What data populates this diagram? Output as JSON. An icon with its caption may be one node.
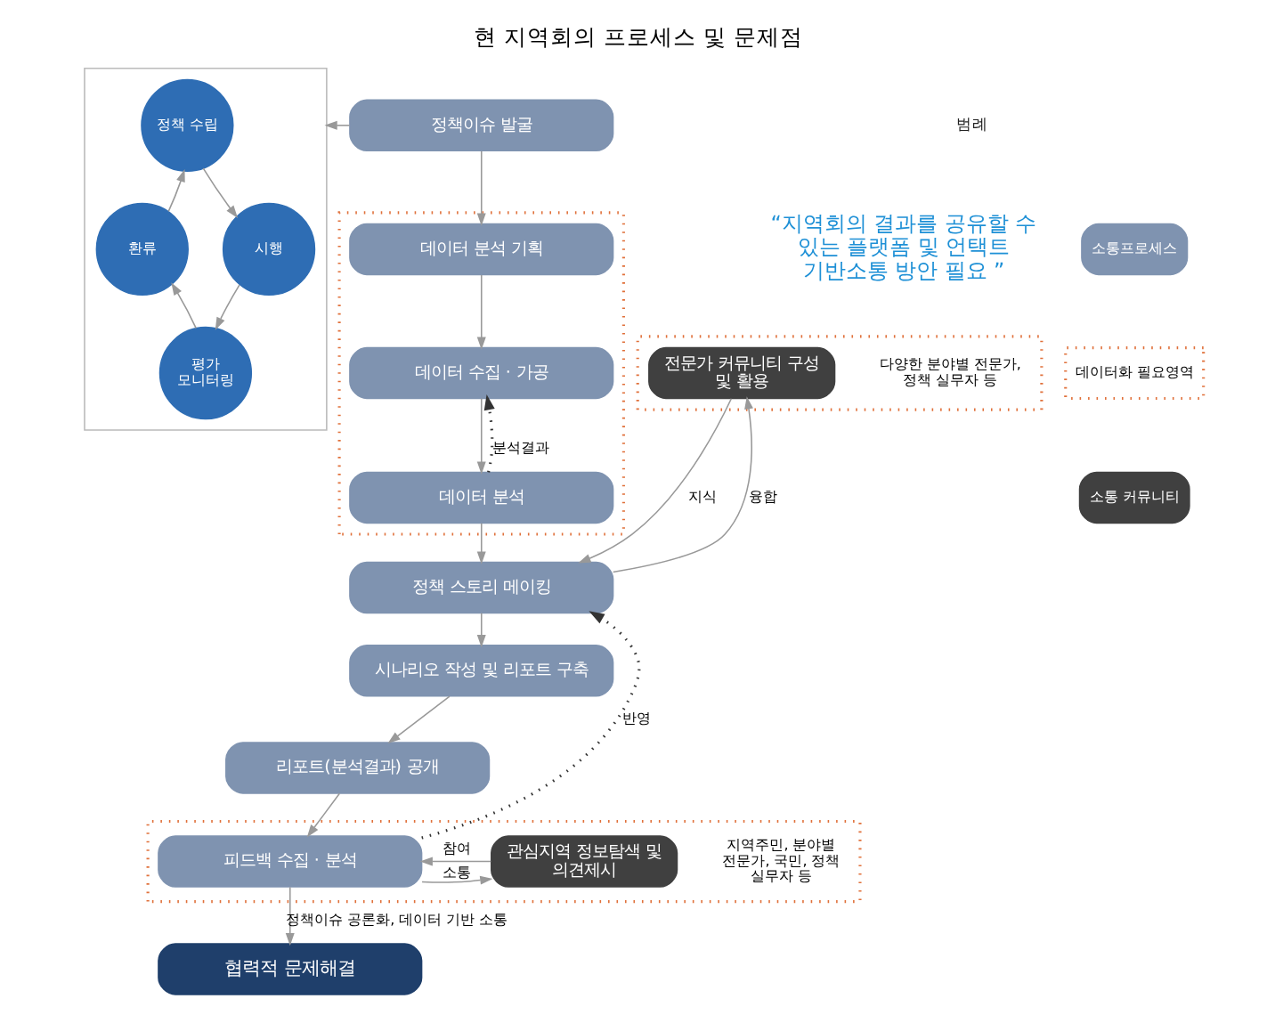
{
  "diagram": {
    "title": "현 지역회의 프로세스 및 문제점",
    "nodes": [
      {
        "text": [],
        "shape": "box"
      },
      {
        "text": [
          "정책 수립"
        ],
        "in": 0
      },
      {
        "text": [
          "시행"
        ],
        "in": 0
      },
      {
        "text": [
          "평가 모니터링"
        ],
        "in": 0
      },
      {
        "text": [
          "환류"
        ],
        "in": 0
      },
      {
        "text": [
          "정책이슈 발굴"
        ]
      },
      {
        "text": [],
        "shape": "box"
      },
      {
        "text": [
          "데이터 분석 기획"
        ],
        "in": 6
      },
      {
        "text": [
          "데이터 수집 · 가공"
        ],
        "in": 6
      },
      {
        "text": [
          "데이터 분석"
        ],
        "in": 6
      },
      {
        "text": [],
        "shape": "box"
      },
      {
        "text": [
          "다양한 분야별 전문가, 정책 실무자 등"
        ],
        "in": 10
      },
      {
        "text": [
          "전문가 커뮤니티 구성 및 활용"
        ],
        "in": 10
      },
      {
        "text": [
          "정책 스토리 메이킹"
        ]
      },
      {
        "text": [
          "시나리오 작성 및 리포트 구축"
        ]
      },
      {
        "text": [
          "리포트(분석결과) 공개"
        ]
      },
      {
        "text": [],
        "shape": "box"
      },
      {
        "text": [
          "지역주민, 분야별 전문가, 국민, 정책 실무자 등"
        ],
        "in": 16
      },
      {
        "text": [
          "관심지역 정보탐색 및 의견제시"
        ],
        "in": 16
      },
      {
        "text": [
          "피드백 수집 · 분석"
        ],
        "in": 16
      },
      {
        "text": [
          "협력적 문제해결"
        ]
      }
    ],
    "edges": [
      {
        "from": 5,
        "to": 0,
        "arrow": "to"
      },
      {
        "from": 1,
        "to": 2,
        "arrow": "to"
      },
      {
        "from": 2,
        "to": 3,
        "arrow": "to"
      },
      {
        "from": 3,
        "to": 4,
        "arrow": "to"
      },
      {
        "from": 4,
        "to": 1,
        "arrow": "to"
      },
      {
        "from": 5,
        "to": 7,
        "arrow": "to"
      },
      {
        "from": 7,
        "to": 8,
        "arrow": "to"
      },
      {
        "from": 8,
        "to": 9,
        "arrow": "to"
      },
      {
        "from": 9,
        "to": 8,
        "arrow": "to",
        "label": "분석결과",
        "style": "dashed",
        "color": "#333333"
      },
      {
        "from": 9,
        "to": 13,
        "arrow": "to"
      },
      {
        "from": 12,
        "to": 13,
        "arrow": "to",
        "label": "지식"
      },
      {
        "from": 13,
        "to": 12,
        "arrow": "to",
        "label": "융합"
      },
      {
        "from": 13,
        "to": 14,
        "arrow": "to"
      },
      {
        "from": 14,
        "to": 15,
        "arrow": "to"
      },
      {
        "from": 15,
        "to": 19,
        "arrow": "to"
      },
      {
        "from": 18,
        "to": 19,
        "arrow": "to",
        "label": "참여"
      },
      {
        "from": 19,
        "to": 18,
        "arrow": "to",
        "label": "소통"
      },
      {
        "from": 19,
        "to": 13,
        "arrow": "to",
        "label": "반영",
        "style": "dashed",
        "color": "#333333"
      },
      {
        "from": 19,
        "to": 20,
        "arrow": "to",
        "label": "정책이슈 공론화, 데이터 기반 소통"
      }
    ],
    "labels": [
      "범례",
      "“지역회의 결과를 공유할 수 있는 플랫폼 및 언택트 기반소통 방안 필요 ”"
    ],
    "legend": [
      {
        "text": "소통프로세스",
        "color": "#7f93b0"
      },
      {
        "text": "데이터화 필요영역"
      },
      {
        "text": "소통 커뮤니티",
        "color": "#404040"
      }
    ]
  }
}
